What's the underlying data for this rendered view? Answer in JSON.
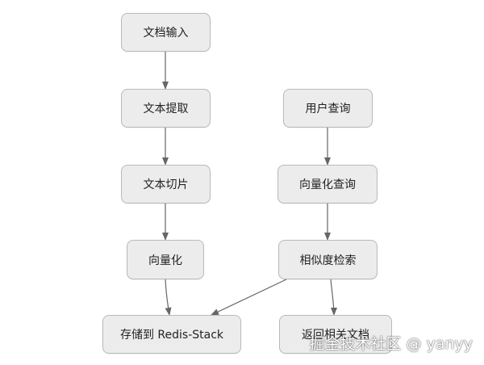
{
  "diagram": {
    "nodes": {
      "doc_input": "文档输入",
      "text_extract": "文本提取",
      "text_split": "文本切片",
      "vectorize": "向量化",
      "store_redis": "存储到 Redis-Stack",
      "user_query": "用户查询",
      "vector_query": "向量化查询",
      "similarity_search": "相似度检索",
      "return_docs": "返回相关文档"
    },
    "edges": [
      [
        "doc_input",
        "text_extract"
      ],
      [
        "text_extract",
        "text_split"
      ],
      [
        "text_split",
        "vectorize"
      ],
      [
        "vectorize",
        "store_redis"
      ],
      [
        "user_query",
        "vector_query"
      ],
      [
        "vector_query",
        "similarity_search"
      ],
      [
        "similarity_search",
        "store_redis"
      ],
      [
        "similarity_search",
        "return_docs"
      ]
    ],
    "colors": {
      "node_fill": "#ececec",
      "node_border": "#b9b9b9",
      "edge": "#666666"
    }
  },
  "watermark": "掘金技术社区 @ yanyy"
}
